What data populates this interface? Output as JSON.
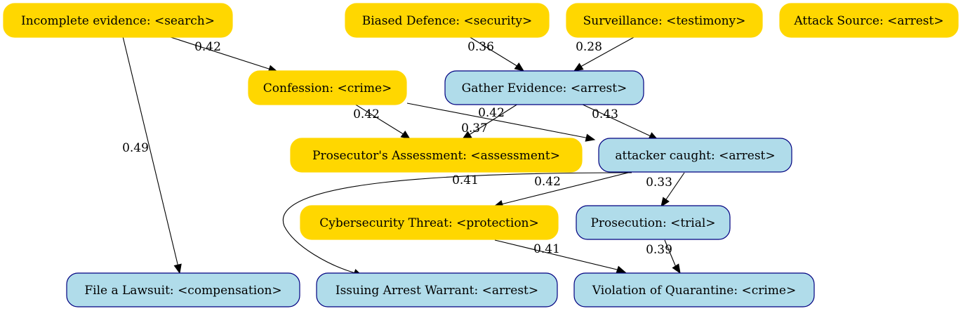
{
  "colors": {
    "gold_fill": "#ffd700",
    "blue_fill": "#b0dcea",
    "blue_stroke": "#000080",
    "edge": "#000000",
    "background": "#ffffff"
  },
  "nodes": {
    "incomplete_evidence": {
      "label": "Incomplete evidence: <search>",
      "style": "gold"
    },
    "biased_defence": {
      "label": "Biased Defence: <security>",
      "style": "gold"
    },
    "surveillance": {
      "label": "Surveillance: <testimony>",
      "style": "gold"
    },
    "attack_source": {
      "label": "Attack Source: <arrest>",
      "style": "gold"
    },
    "confession": {
      "label": "Confession: <crime>",
      "style": "gold"
    },
    "gather_evidence": {
      "label": "Gather Evidence: <arrest>",
      "style": "blue"
    },
    "prosecutor_assessment": {
      "label": "Prosecutor's Assessment: <assessment>",
      "style": "gold"
    },
    "attacker_caught": {
      "label": "attacker caught: <arrest>",
      "style": "blue"
    },
    "cybersecurity_threat": {
      "label": "Cybersecurity Threat: <protection>",
      "style": "gold"
    },
    "prosecution": {
      "label": "Prosecution: <trial>",
      "style": "blue"
    },
    "file_lawsuit": {
      "label": "File a Lawsuit: <compensation>",
      "style": "blue"
    },
    "issuing_warrant": {
      "label": "Issuing Arrest Warrant: <arrest>",
      "style": "blue"
    },
    "violation_quarantine": {
      "label": "Violation of Quarantine: <crime>",
      "style": "blue"
    }
  },
  "edges": [
    {
      "from": "incomplete_evidence",
      "to": "confession",
      "weight": "0.42"
    },
    {
      "from": "incomplete_evidence",
      "to": "file_lawsuit",
      "weight": "0.49"
    },
    {
      "from": "biased_defence",
      "to": "gather_evidence",
      "weight": "0.36"
    },
    {
      "from": "surveillance",
      "to": "gather_evidence",
      "weight": "0.28"
    },
    {
      "from": "confession",
      "to": "prosecutor_assessment",
      "weight": "0.42"
    },
    {
      "from": "confession",
      "to": "attacker_caught",
      "weight": "0.42"
    },
    {
      "from": "gather_evidence",
      "to": "prosecutor_assessment",
      "weight": "0.37"
    },
    {
      "from": "gather_evidence",
      "to": "attacker_caught",
      "weight": "0.43"
    },
    {
      "from": "attacker_caught",
      "to": "issuing_warrant",
      "weight": "0.41"
    },
    {
      "from": "attacker_caught",
      "to": "cybersecurity_threat",
      "weight": "0.42"
    },
    {
      "from": "attacker_caught",
      "to": "prosecution",
      "weight": "0.33"
    },
    {
      "from": "cybersecurity_threat",
      "to": "violation_quarantine",
      "weight": "0.41"
    },
    {
      "from": "prosecution",
      "to": "violation_quarantine",
      "weight": "0.39"
    }
  ]
}
